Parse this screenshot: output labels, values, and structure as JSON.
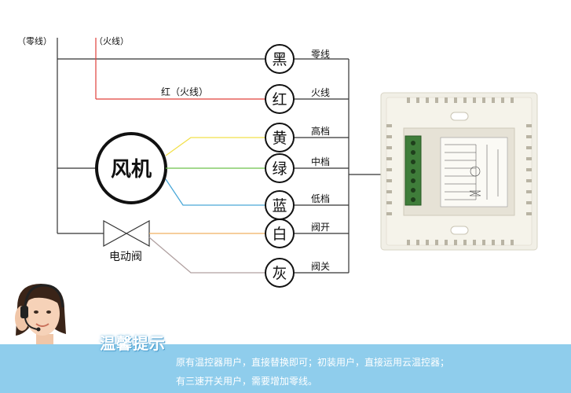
{
  "top_labels": {
    "neutral": "（零线）",
    "live": "（火线）"
  },
  "red_wire_label": "红（火线）",
  "fan_label": "风机",
  "valve_label": "电动阀",
  "terminals": [
    {
      "char": "黑",
      "label": "零线",
      "color": "#555555"
    },
    {
      "char": "红",
      "label": "火线",
      "color": "#e0403a"
    },
    {
      "char": "黄",
      "label": "高档",
      "color": "#f2e04a"
    },
    {
      "char": "绿",
      "label": "中档",
      "color": "#6cc24a"
    },
    {
      "char": "蓝",
      "label": "低档",
      "color": "#4aa8d8"
    },
    {
      "char": "白",
      "label": "阀开",
      "color": "#f0b060"
    },
    {
      "char": "灰",
      "label": "阀关",
      "color": "#b0a0a0"
    }
  ],
  "banner": {
    "title": "温馨提示",
    "line1": "原有温控器用户，直接替换即可；初装用户，直接运用云温控器；",
    "line2": "有三速开关用户，需要增加零线。",
    "color": "#8fcdec"
  }
}
